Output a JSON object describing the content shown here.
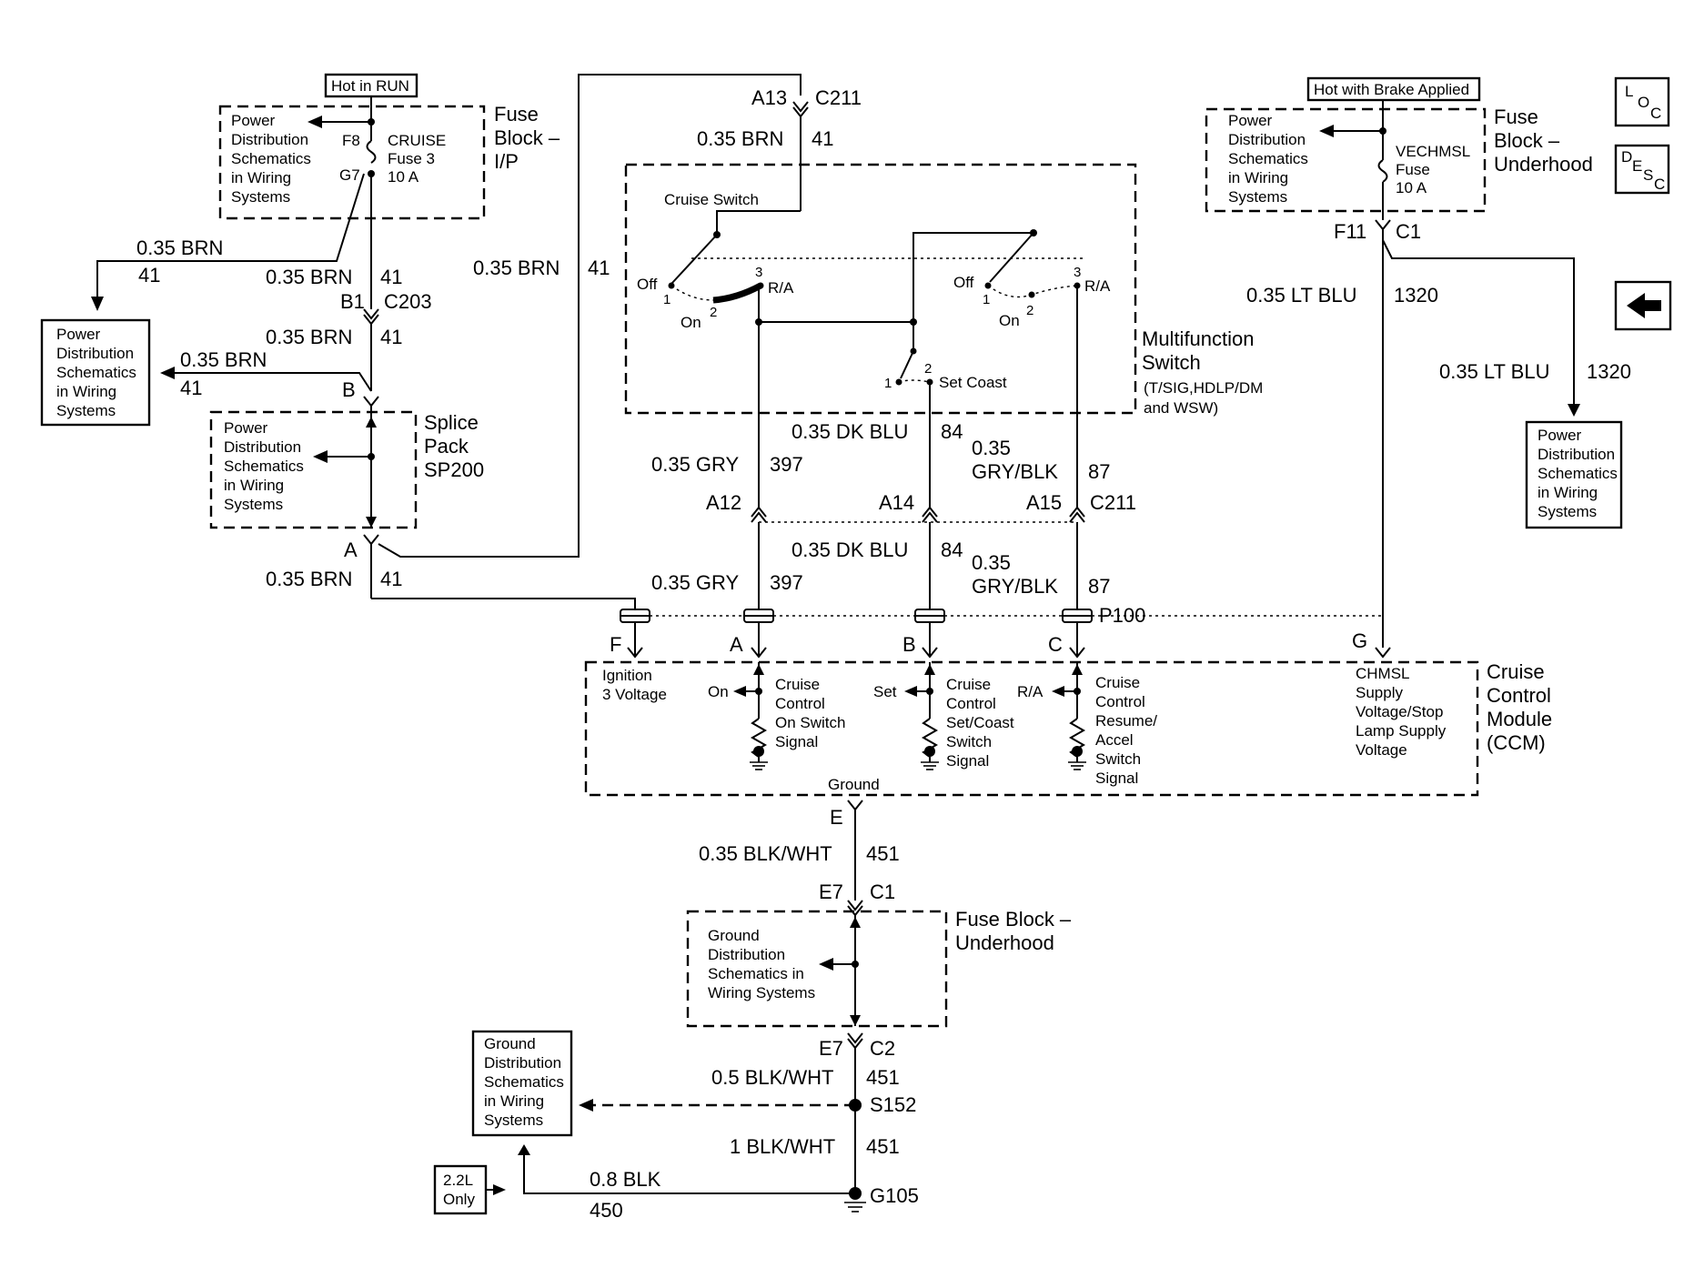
{
  "fuse_ip": {
    "hot_in_run": "Hot in RUN",
    "block_name": [
      "Fuse",
      "Block –",
      "I/P"
    ],
    "pds_ref": [
      "Power",
      "Distribution",
      "Schematics",
      "in Wiring",
      "Systems"
    ],
    "pin_in": "F8",
    "pin_out": "G7",
    "fuse_label": [
      "CRUISE",
      "Fuse 3",
      "10 A"
    ]
  },
  "left_branch": {
    "wire1_color": "0.35 BRN",
    "wire1_circuit": "41",
    "pds_box": [
      "Power",
      "Distribution",
      "Schematics",
      "in Wiring",
      "Systems"
    ],
    "wire2_color": "0.35 BRN",
    "wire2_circuit": "41",
    "wire3_color": "0.35 BRN",
    "wire3_circuit": "41",
    "conn_b1": "B1",
    "conn_c203": "C203",
    "wire4_color": "0.35 BRN",
    "wire4_circuit": "41",
    "pin_b": "B"
  },
  "splice_pack": {
    "pds_ref": [
      "Power",
      "Distribution",
      "Schematics",
      "in Wiring",
      "Systems"
    ],
    "name": [
      "Splice",
      "Pack",
      "SP200"
    ],
    "pin_a": "A",
    "wire_out_color": "0.35 BRN",
    "wire_out_circuit": "41"
  },
  "multifunction": {
    "top_pin": "A13",
    "top_conn": "C211",
    "top_wire_color": "0.35 BRN",
    "top_wire_circuit": "41",
    "long_wire_color": "0.35 BRN",
    "long_wire_circuit": "41",
    "cruise_switch": "Cruise Switch",
    "sw1_off": "Off",
    "sw1_on": "On",
    "sw1_p1": "1",
    "sw1_p2": "2",
    "sw1_p3": "3",
    "sw1_ra": "R/A",
    "sw2_off": "Off",
    "sw2_on": "On",
    "sw2_p1": "1",
    "sw2_p2": "2",
    "sw2_p3": "3",
    "sw2_ra": "R/A",
    "sw3_p1": "1",
    "sw3_p2": "2",
    "set_coast": "Set Coast",
    "name": [
      "Multifunction",
      "Switch"
    ],
    "sub": [
      "(T/SIG,HDLP/DM",
      "and WSW)"
    ]
  },
  "mid_wires": {
    "dkblu_color": "0.35 DK BLU",
    "dkblu_circuit": "84",
    "gry_color": "0.35 GRY",
    "gry_circuit": "397",
    "gryblk_color": [
      "0.35",
      "GRY/BLK"
    ],
    "gryblk_circuit": "87",
    "a12": "A12",
    "a14": "A14",
    "a15": "A15",
    "c211": "C211",
    "dkblu2_color": "0.35 DK BLU",
    "dkblu2_circuit": "84",
    "gry2_color": "0.35 GRY",
    "gry2_circuit": "397",
    "gryblk2_color": [
      "0.35",
      "GRY/BLK"
    ],
    "gryblk2_circuit": "87",
    "p100": "P100",
    "pin_f": "F",
    "pin_a": "A",
    "pin_b": "B",
    "pin_c": "C",
    "pin_g": "G"
  },
  "ccm": {
    "ign": [
      "Ignition",
      "3 Voltage"
    ],
    "on": "On",
    "on_sig": [
      "Cruise",
      "Control",
      "On Switch",
      "Signal"
    ],
    "set": "Set",
    "set_sig": [
      "Cruise",
      "Control",
      "Set/Coast",
      "Switch",
      "Signal"
    ],
    "ra": "R/A",
    "ra_sig": [
      "Cruise",
      "Control",
      "Resume/",
      "Accel",
      "Switch",
      "Signal"
    ],
    "chmsl": [
      "CHMSL",
      "Supply",
      "Voltage/Stop",
      "Lamp Supply",
      "Voltage"
    ],
    "name": [
      "Cruise",
      "Control",
      "Module",
      "(CCM)"
    ],
    "ground": "Ground",
    "pin_e": "E"
  },
  "ground_path": {
    "w1_color": "0.35 BLK/WHT",
    "w1_circuit": "451",
    "e7_top": "E7",
    "c1": "C1",
    "fb_pds": [
      "Ground",
      "Distribution",
      "Schematics in",
      "Wiring Systems"
    ],
    "fb_name": [
      "Fuse Block –",
      "Underhood"
    ],
    "e7_bot": "E7",
    "c2": "C2",
    "w2_color": "0.5 BLK/WHT",
    "w2_circuit": "451",
    "s152": "S152",
    "w3_color": "1 BLK/WHT",
    "w3_circuit": "451",
    "gds_box": [
      "Ground",
      "Distribution",
      "Schematics",
      "in Wiring",
      "Systems"
    ],
    "only_box": [
      "2.2L",
      "Only"
    ],
    "w4_color": "0.8 BLK",
    "w4_circuit": "450",
    "g105": "G105"
  },
  "right_side": {
    "hot_brake": "Hot with Brake Applied",
    "pds_ref": [
      "Power",
      "Distribution",
      "Schematics",
      "in Wiring",
      "Systems"
    ],
    "fuse_label": [
      "VECHMSL",
      "Fuse",
      "10 A"
    ],
    "block_name": [
      "Fuse",
      "Block –",
      "Underhood"
    ],
    "f11": "F11",
    "c1": "C1",
    "w1_color": "0.35 LT BLU",
    "w1_circuit": "1320",
    "w2_color": "0.35 LT BLU",
    "w2_circuit": "1320",
    "pds_box": [
      "Power",
      "Distribution",
      "Schematics",
      "in Wiring",
      "Systems"
    ]
  },
  "nav": {
    "loc_icon": [
      "L",
      "O",
      "C"
    ],
    "desc_icon": [
      "D",
      "E",
      "S",
      "C"
    ]
  }
}
